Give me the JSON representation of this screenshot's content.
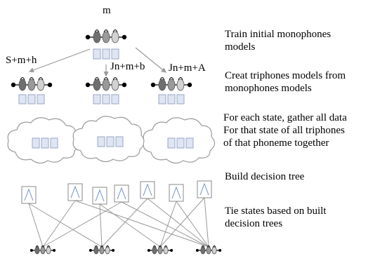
{
  "model_labels": {
    "monophone": "m",
    "triphone_1": "S+m+h",
    "triphone_2": "Jn+m+b",
    "triphone_3": "Jn+m+A"
  },
  "steps": [
    {
      "lines": [
        "Train initial monophones",
        "models"
      ]
    },
    {
      "lines": [
        "Creat triphones models from",
        "monophones models"
      ]
    },
    {
      "lines": [
        "For each state, gather all data",
        "For that state of all triphones",
        "of that phoneme together"
      ]
    },
    {
      "lines": [
        "Build decision tree"
      ]
    },
    {
      "lines": [
        "Tie states based on built",
        "decision trees"
      ]
    }
  ],
  "colors": {
    "state_dark": "#6f6f6f",
    "state_mid": "#9a9a9a",
    "state_light": "#d2d2d2",
    "box_fill": "#dfe6f3",
    "box_stroke": "#9aa6c4",
    "line": "#9a9a9a"
  }
}
